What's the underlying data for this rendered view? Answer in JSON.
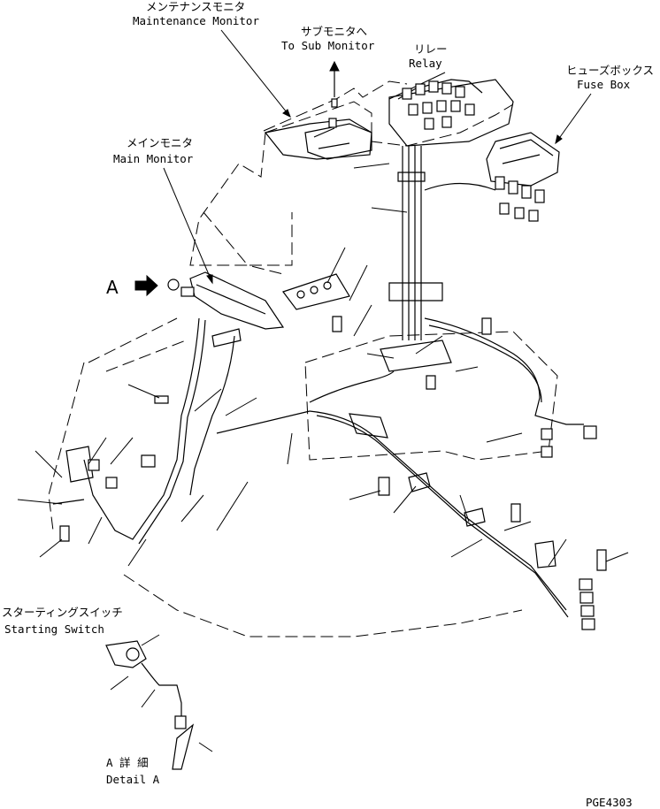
{
  "labels": {
    "maintenance_monitor_jp": "メンテナンスモニタ",
    "maintenance_monitor_en": "Maintenance Monitor",
    "sub_monitor_jp": "サブモニタへ",
    "sub_monitor_en": "To Sub Monitor",
    "relay_jp": "リレー",
    "relay_en": "Relay",
    "fuse_box_jp": "ヒューズボックス",
    "fuse_box_en": "Fuse Box",
    "main_monitor_jp": "メインモニタ",
    "main_monitor_en": "Main Monitor",
    "view_a": "A",
    "starting_switch_jp": "スターティングスイッチ",
    "starting_switch_en": "Starting Switch",
    "detail_a_jp": "A 詳 細",
    "detail_a_en": "Detail A",
    "drawing_code": "PGE4303"
  }
}
